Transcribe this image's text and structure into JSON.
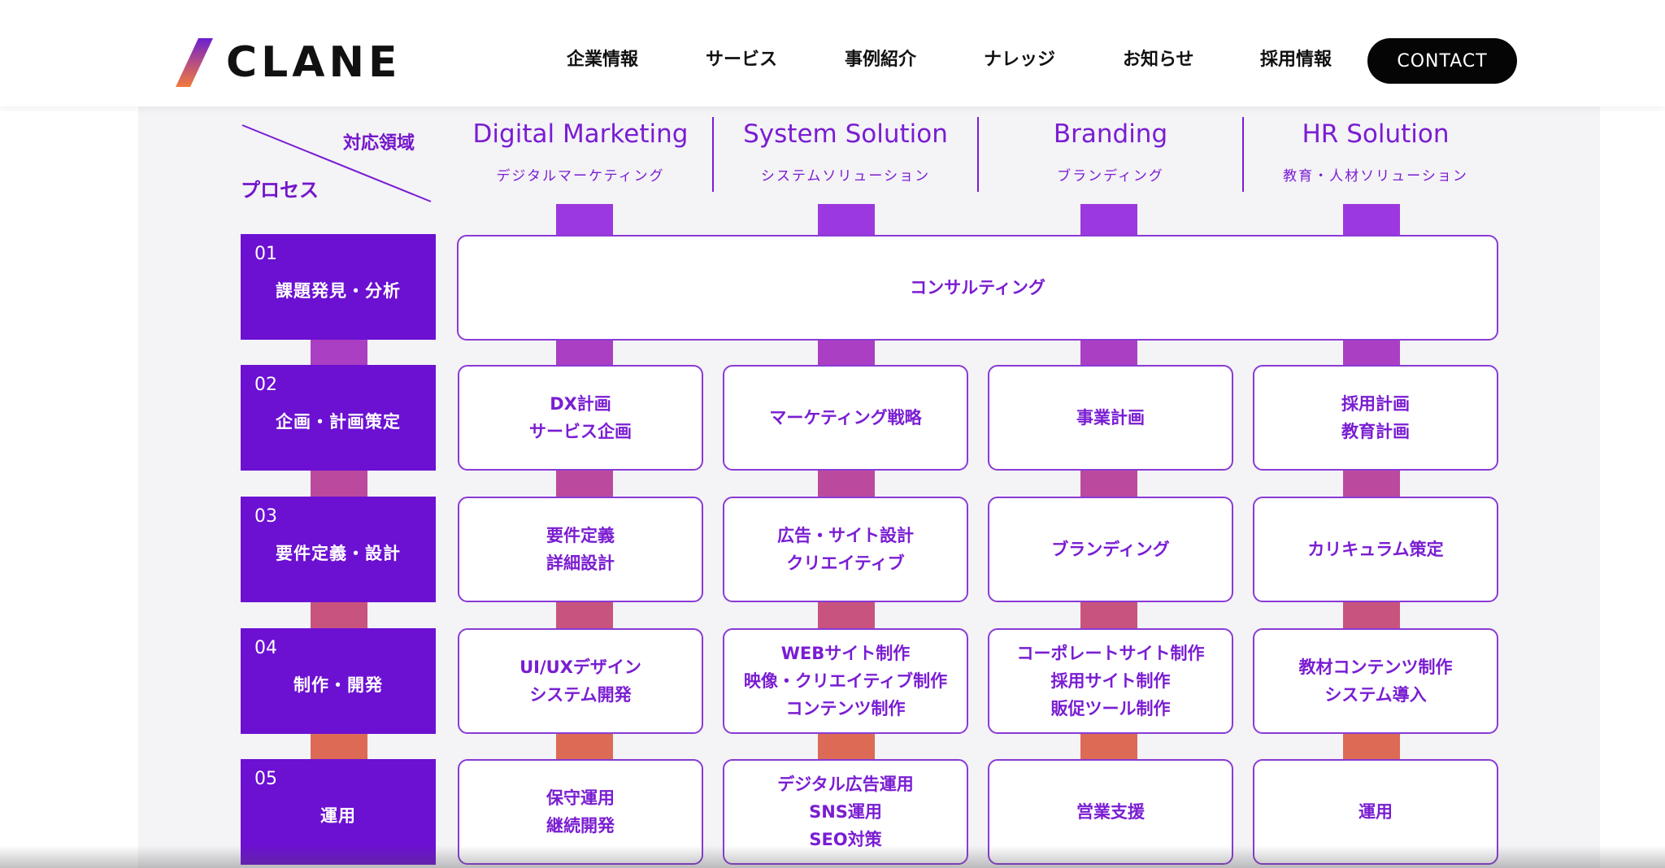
{
  "header": {
    "logo_text": "CLANE",
    "nav": [
      "企業情報",
      "サービス",
      "事例紹介",
      "ナレッジ",
      "お知らせ",
      "採用情報"
    ],
    "contact_label": "CONTACT"
  },
  "matrix": {
    "axis_process": "プロセス",
    "axis_area": "対応領域",
    "columns": [
      {
        "title": "Digital Marketing",
        "subtitle": "デジタルマーケティング"
      },
      {
        "title": "System Solution",
        "subtitle": "システムソリューション"
      },
      {
        "title": "Branding",
        "subtitle": "ブランディング"
      },
      {
        "title": "HR Solution",
        "subtitle": "教育・人材ソリューション"
      }
    ],
    "steps": [
      {
        "num": "01",
        "title": "課題発見・分析"
      },
      {
        "num": "02",
        "title": "企画・計画策定"
      },
      {
        "num": "03",
        "title": "要件定義・設計"
      },
      {
        "num": "04",
        "title": "制作・開発"
      },
      {
        "num": "05",
        "title": "運用"
      }
    ],
    "consulting": "コンサルティング",
    "cells": [
      [
        [
          "DX計画",
          "サービス企画"
        ],
        [
          "マーケティング戦略"
        ],
        [
          "事業計画"
        ],
        [
          "採用計画",
          "教育計画"
        ]
      ],
      [
        [
          "要件定義",
          "詳細設計"
        ],
        [
          "広告・サイト設計",
          "クリエイティブ"
        ],
        [
          "ブランディング"
        ],
        [
          "カリキュラム策定"
        ]
      ],
      [
        [
          "UI/UXデザイン",
          "システム開発"
        ],
        [
          "WEBサイト制作",
          "映像・クリエイティブ制作",
          "コンテンツ制作"
        ],
        [
          "コーポレートサイト制作",
          "採用サイト制作",
          "販促ツール制作"
        ],
        [
          "教材コンテンツ制作",
          "システム導入"
        ]
      ],
      [
        [
          "保守運用",
          "継続開発"
        ],
        [
          "デジタル広告運用",
          "SNS運用",
          "SEO対策"
        ],
        [
          "営業支援"
        ],
        [
          "運用"
        ]
      ]
    ]
  },
  "colors": {
    "brand_purple": "#6c10d2",
    "text_purple": "#7a1dd2",
    "connector_top": "#9e3ae0",
    "connector_bottom": "#de6a4a"
  }
}
